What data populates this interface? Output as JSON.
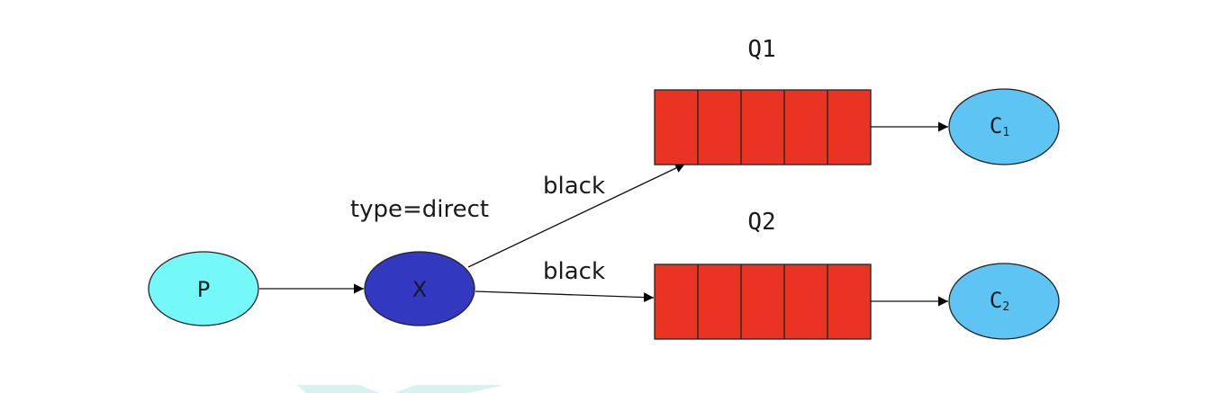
{
  "diagram": {
    "producer": {
      "label": "P",
      "fill": "#74f8f8"
    },
    "exchange": {
      "label": "X",
      "fill": "#3338c0",
      "type_label": "type=direct"
    },
    "queues": [
      {
        "name": "Q1",
        "binding_label": "black",
        "fill": "#ea3323",
        "slots": 5
      },
      {
        "name": "Q2",
        "binding_label": "black",
        "fill": "#ea3323",
        "slots": 5
      }
    ],
    "consumers": [
      {
        "label_main": "C",
        "label_sub": "1",
        "fill": "#5ec4f4"
      },
      {
        "label_main": "C",
        "label_sub": "2",
        "fill": "#5ec4f4"
      }
    ],
    "watermark_color": "#d8f2ee"
  }
}
